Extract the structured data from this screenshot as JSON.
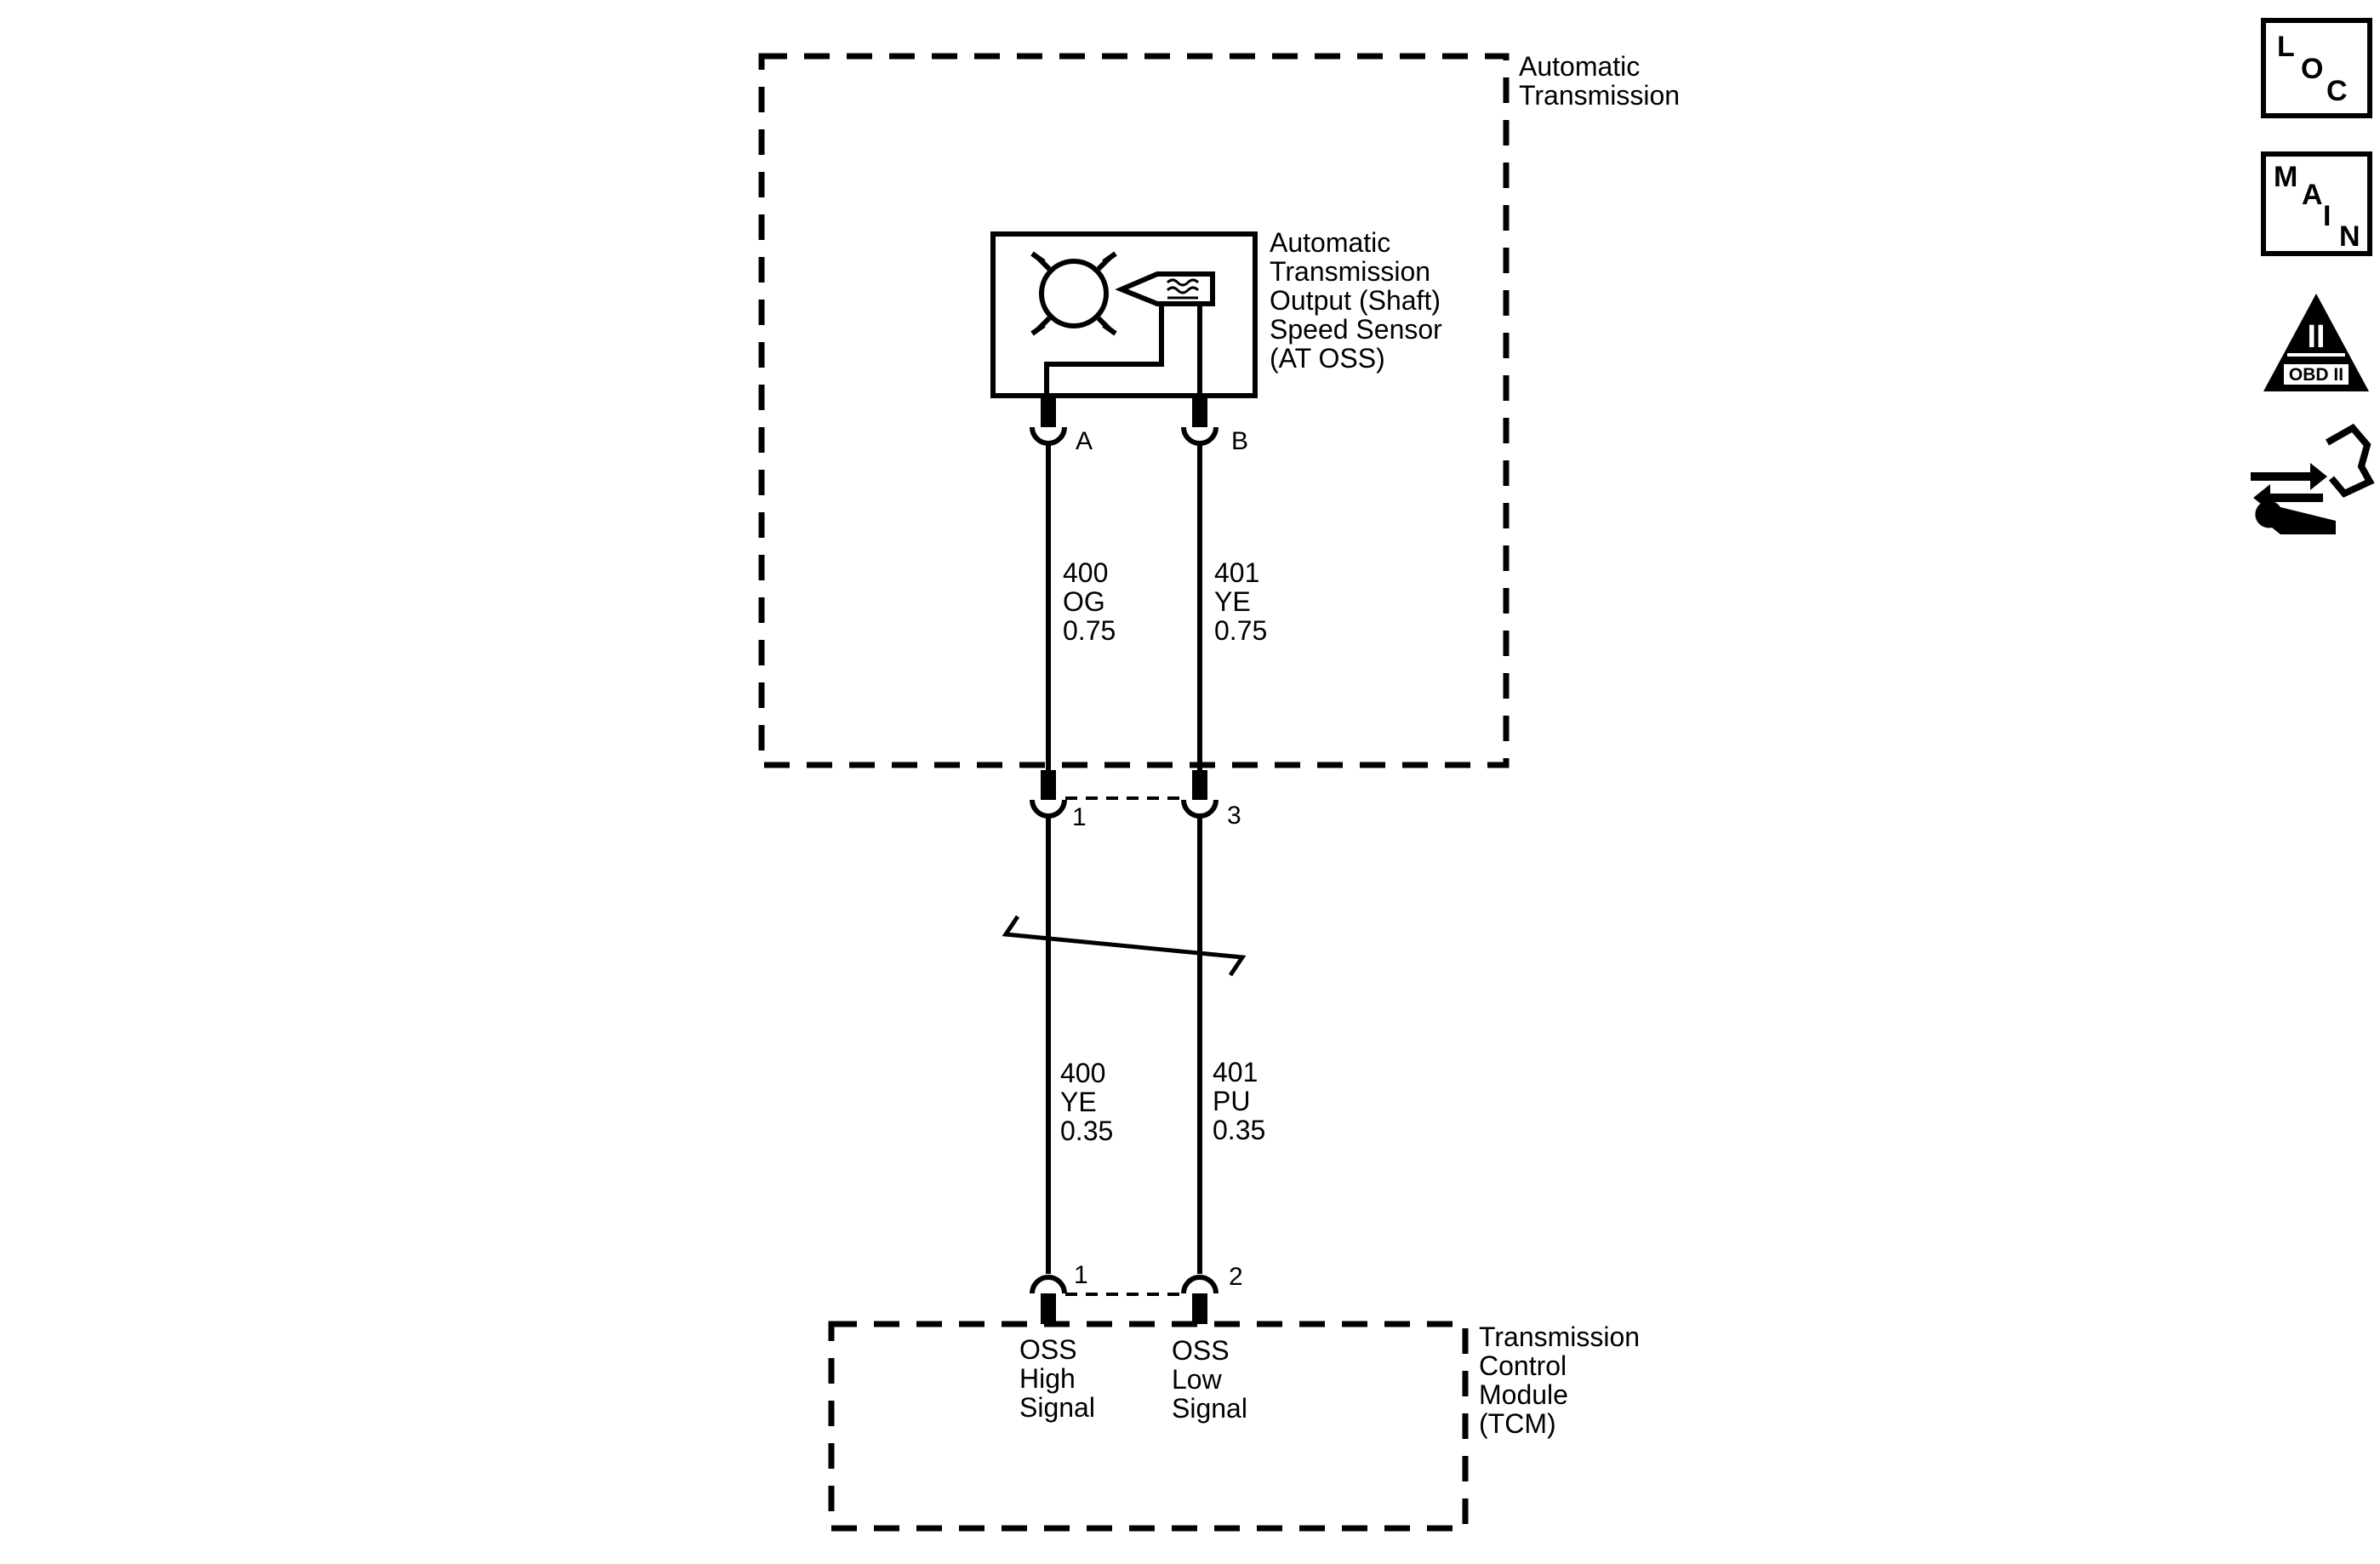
{
  "components": {
    "transmission": {
      "line1": "Automatic",
      "line2": "Transmission"
    },
    "sensor": {
      "line1": "Automatic",
      "line2": "Transmission",
      "line3": "Output (Shaft)",
      "line4": "Speed Sensor",
      "line5": "(AT OSS)"
    },
    "tcm": {
      "line1": "Transmission",
      "line2": "Control",
      "line3": "Module",
      "line4": "(TCM)"
    }
  },
  "sensor_pins": {
    "a": "A",
    "b": "B"
  },
  "inline_pins": {
    "left": "1",
    "right": "3"
  },
  "tcm_pins": {
    "left": "1",
    "right": "2"
  },
  "upper_wires": {
    "left": {
      "circuit": "400",
      "color": "OG",
      "gauge": "0.75"
    },
    "right": {
      "circuit": "401",
      "color": "YE",
      "gauge": "0.75"
    }
  },
  "lower_wires": {
    "left": {
      "circuit": "400",
      "color": "YE",
      "gauge": "0.35"
    },
    "right": {
      "circuit": "401",
      "color": "PU",
      "gauge": "0.35"
    }
  },
  "tcm_signals": {
    "high": {
      "line1": "OSS",
      "line2": "High",
      "line3": "Signal"
    },
    "low": {
      "line1": "OSS",
      "line2": "Low",
      "line3": "Signal"
    }
  },
  "side_icons": {
    "loc": {
      "icon": "loc-icon",
      "c1": "L",
      "c2": "O",
      "c3": "C"
    },
    "main": {
      "icon": "main-icon",
      "c1": "M",
      "c2": "A",
      "c3": "I",
      "c4": "N"
    },
    "obd": {
      "icon": "obd-ii-icon",
      "roman": "II",
      "text": "OBD II"
    },
    "connector": {
      "icon": "connector-wrench-icon"
    }
  }
}
